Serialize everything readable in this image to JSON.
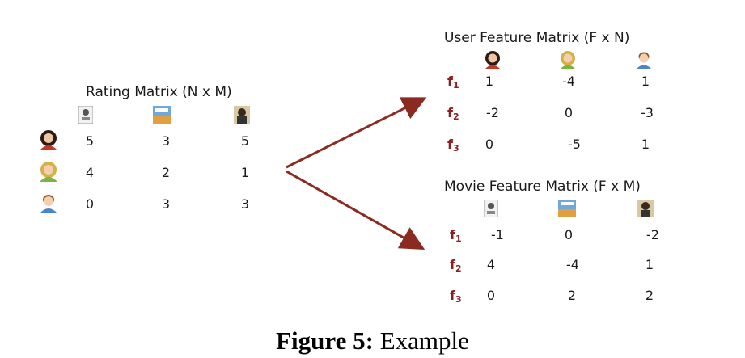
{
  "rating_matrix": {
    "title": "Rating Matrix (N x M)",
    "users": [
      "user-female-dark-hair",
      "user-female-blonde",
      "user-male-blue"
    ],
    "movies": [
      "movie-poster-1",
      "movie-poster-2",
      "movie-poster-3"
    ],
    "rows": [
      [
        "5",
        "3",
        "5"
      ],
      [
        "4",
        "2",
        "1"
      ],
      [
        "0",
        "3",
        "3"
      ]
    ]
  },
  "user_feature_matrix": {
    "title": "User Feature Matrix (F x N)",
    "users": [
      "user-female-dark-hair",
      "user-female-blonde",
      "user-male-blue"
    ],
    "features": [
      {
        "letter": "f",
        "index": "1"
      },
      {
        "letter": "f",
        "index": "2"
      },
      {
        "letter": "f",
        "index": "3"
      }
    ],
    "rows": [
      [
        "1",
        "-4",
        "1"
      ],
      [
        "-2",
        "0",
        "-3"
      ],
      [
        "0",
        "-5",
        "1"
      ]
    ]
  },
  "movie_feature_matrix": {
    "title": "Movie Feature Matrix (F x M)",
    "movies": [
      "movie-poster-1",
      "movie-poster-2",
      "movie-poster-3"
    ],
    "features": [
      {
        "letter": "f",
        "index": "1"
      },
      {
        "letter": "f",
        "index": "2"
      },
      {
        "letter": "f",
        "index": "3"
      }
    ],
    "rows": [
      [
        "-1",
        "0",
        "-2"
      ],
      [
        "4",
        "-4",
        "1"
      ],
      [
        "0",
        "2",
        "2"
      ]
    ]
  },
  "caption": {
    "label": "Figure 5:",
    "text": " Example"
  },
  "colors": {
    "arrow": "#8b2a20",
    "feature_label": "#8a1f1f",
    "text": "#1a1a1a"
  }
}
